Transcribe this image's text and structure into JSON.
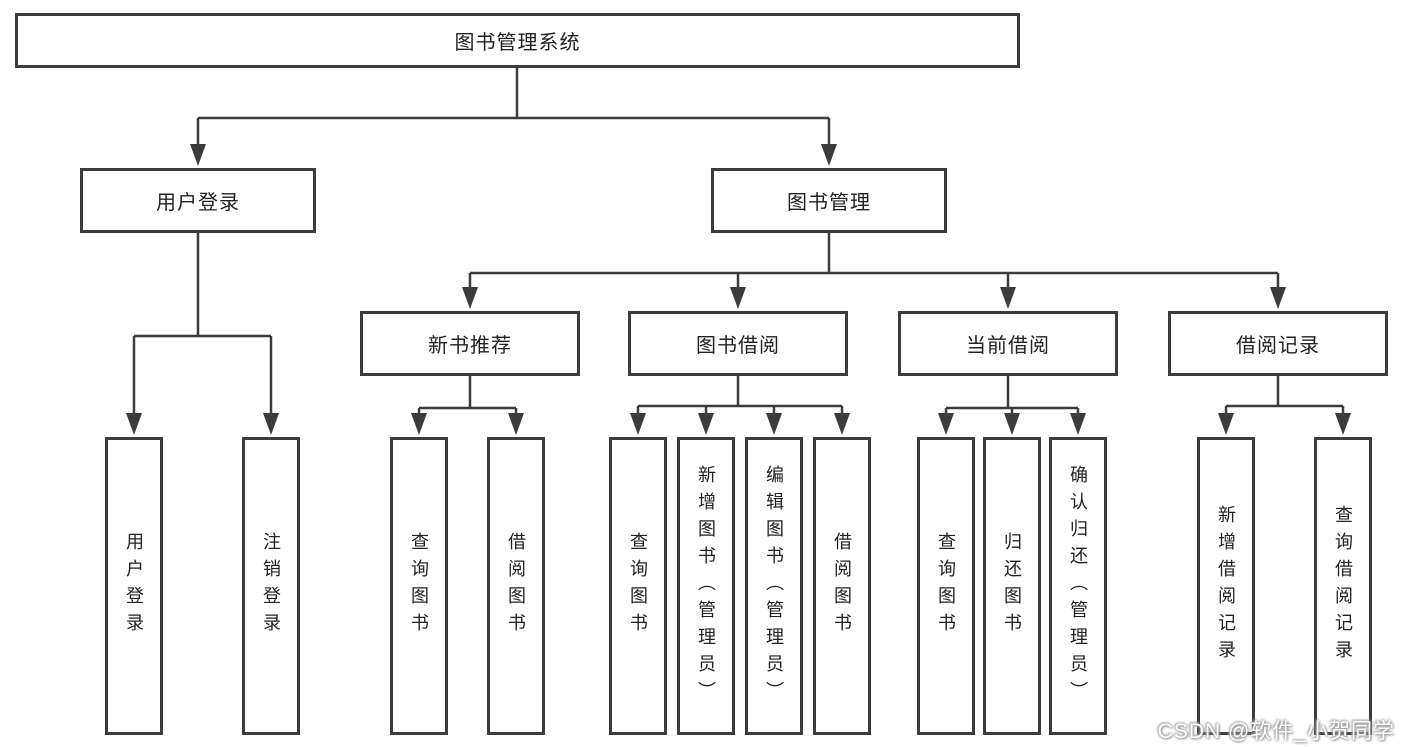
{
  "diagram": {
    "root": {
      "label": "图书管理系统"
    },
    "branches": [
      {
        "label": "用户登录",
        "children": [
          {
            "label": "用户登录"
          },
          {
            "label": "注销登录"
          }
        ]
      },
      {
        "label": "图书管理",
        "sections": [
          {
            "label": "新书推荐",
            "children": [
              {
                "label": "查询图书"
              },
              {
                "label": "借阅图书"
              }
            ]
          },
          {
            "label": "图书借阅",
            "children": [
              {
                "label": "查询图书"
              },
              {
                "label": "新增图书（管理员）"
              },
              {
                "label": "编辑图书（管理员）"
              },
              {
                "label": "借阅图书"
              }
            ]
          },
          {
            "label": "当前借阅",
            "children": [
              {
                "label": "查询图书"
              },
              {
                "label": "归还图书"
              },
              {
                "label": "确认归还（管理员）"
              }
            ]
          },
          {
            "label": "借阅记录",
            "children": [
              {
                "label": "新增借阅记录"
              },
              {
                "label": "查询借阅记录"
              }
            ]
          }
        ]
      }
    ]
  },
  "watermark": {
    "text": "CSDN @软件_小贺同学"
  },
  "colors": {
    "line": "#3c3c3c",
    "box_border": "#3c3c3c",
    "background": "#ffffff"
  }
}
